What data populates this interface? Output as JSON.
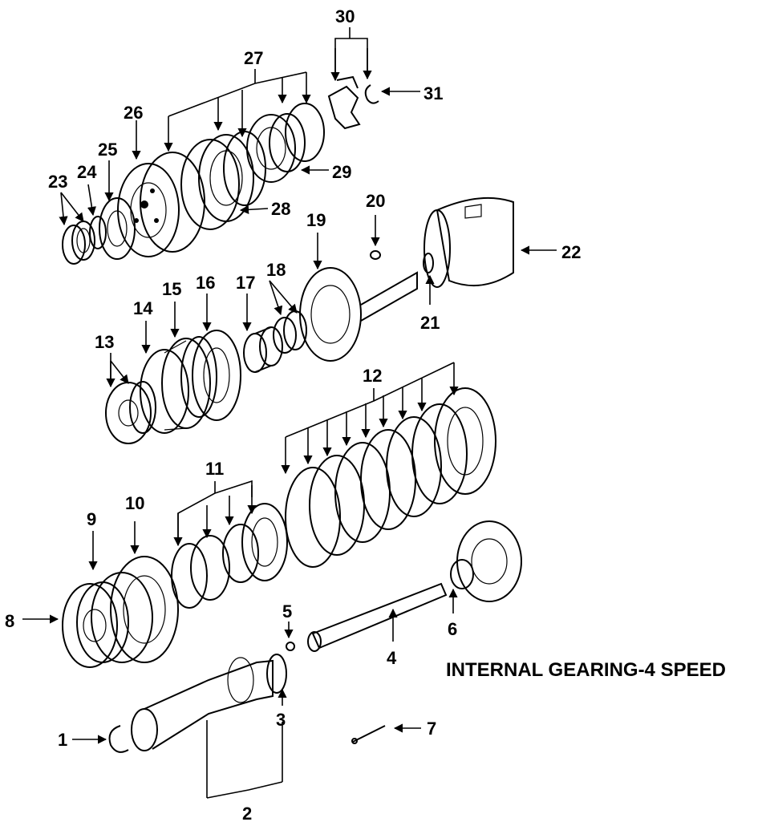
{
  "title": "INTERNAL GEARING-4 SPEED",
  "callouts": {
    "c1": "1",
    "c2": "2",
    "c3": "3",
    "c4": "4",
    "c5": "5",
    "c6": "6",
    "c7": "7",
    "c8": "8",
    "c9": "9",
    "c10": "10",
    "c11": "11",
    "c12": "12",
    "c13": "13",
    "c14": "14",
    "c15": "15",
    "c16": "16",
    "c17": "17",
    "c18": "18",
    "c19": "19",
    "c20": "20",
    "c21": "21",
    "c22": "22",
    "c23": "23",
    "c24": "24",
    "c25": "25",
    "c26": "26",
    "c27": "27",
    "c28": "28",
    "c29": "29",
    "c30": "30",
    "c31": "31"
  }
}
